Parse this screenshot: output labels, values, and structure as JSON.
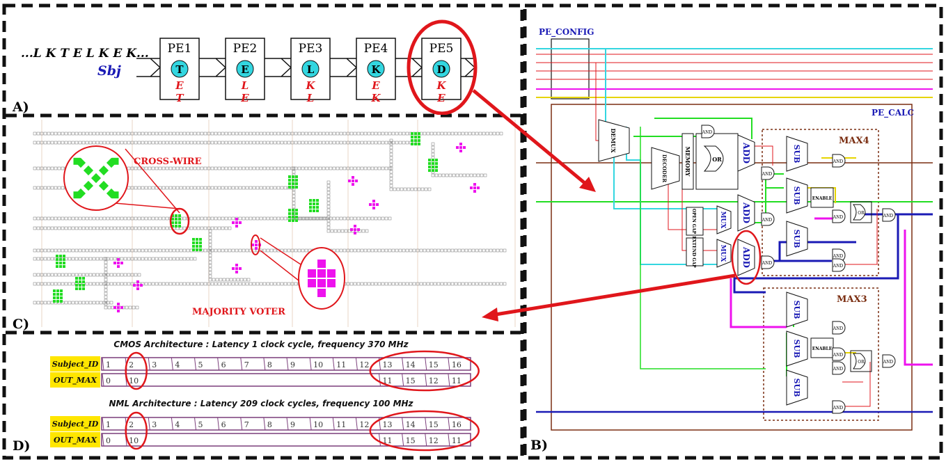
{
  "panels": {
    "a": "A)",
    "b": "B)",
    "c": "C)",
    "d": "D)"
  },
  "panel_a": {
    "sequence": "...L K T E L K E K...",
    "sbj_label": "Sbj",
    "pes": [
      {
        "name": "PE1",
        "letter": "T",
        "top": "E",
        "bottom": "T"
      },
      {
        "name": "PE2",
        "letter": "E",
        "top": "L",
        "bottom": "E"
      },
      {
        "name": "PE3",
        "letter": "L",
        "top": "K",
        "bottom": "L"
      },
      {
        "name": "PE4",
        "letter": "K",
        "top": "E",
        "bottom": "K"
      },
      {
        "name": "PE5",
        "letter": "D",
        "top": "K",
        "bottom": "E"
      }
    ]
  },
  "panel_b": {
    "pe_config": "PE_CONFIG",
    "pe_calc": "PE_CALC",
    "max4": "MAX4",
    "max3": "MAX3",
    "blocks": {
      "demux": "DEMUX",
      "decoder": "DECODER",
      "memory": "MEMORY",
      "or": "OR",
      "add": "ADD",
      "sub": "SUB",
      "and": "AND",
      "enable": "ENABLE",
      "mux": "MUX",
      "open_gap": "OPEN GAP",
      "extend_gap": "EXTEND GAP"
    }
  },
  "panel_c": {
    "cross_wire": "CROSS-WIRE",
    "majority_voter": "MAJORITY VOTER"
  },
  "panel_d": {
    "waveforms": [
      {
        "title": "CMOS Architecture : Latency 1 clock cycle, frequency 370 MHz",
        "row1_label": "Subject_ID",
        "row2_label": "OUT_MAX",
        "subject_ids": [
          "1",
          "2",
          "3",
          "4",
          "5",
          "6",
          "7",
          "8",
          "9",
          "10",
          "11",
          "12",
          "13",
          "14",
          "15",
          "16"
        ],
        "out_max": [
          "0",
          "10",
          "11",
          "15",
          "12",
          "11"
        ]
      },
      {
        "title": "NML Architecture : Latency 209 clock cycles, frequency 100 MHz",
        "row1_label": "Subject_ID",
        "row2_label": "OUT_MAX",
        "subject_ids": [
          "1",
          "2",
          "3",
          "4",
          "5",
          "6",
          "7",
          "8",
          "9",
          "10",
          "11",
          "12",
          "13",
          "14",
          "15",
          "16"
        ],
        "out_max": [
          "0",
          "10",
          "11",
          "15",
          "12",
          "11"
        ]
      }
    ]
  },
  "colors": {
    "red": "#e0161b",
    "blue": "#1a1ab5",
    "cyan": "#33d6e0",
    "magenta": "#ee12ee",
    "green": "#22dd22",
    "brown": "#7a2d10",
    "purple": "#7a3d7a",
    "yellow": "#ffe600"
  }
}
